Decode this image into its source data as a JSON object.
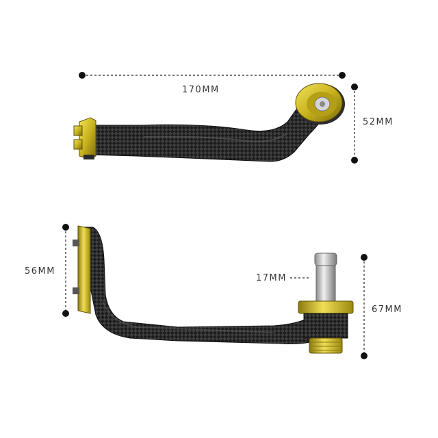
{
  "product": {
    "top_view": {
      "length_label": "170MM",
      "height_label": "52MM"
    },
    "side_view": {
      "mount_height_label": "56MM",
      "bar_end_diameter_label": "17MM",
      "bar_end_height_label": "67MM"
    }
  },
  "colors": {
    "background": "#ffffff",
    "carbon_dark": "#1c1c1c",
    "carbon_light": "#4a4a4a",
    "anodized_gold": "#c9b31e",
    "gold_highlight": "#f2e25a",
    "steel": "#c8c8c8",
    "dimension_line": "#222222"
  }
}
